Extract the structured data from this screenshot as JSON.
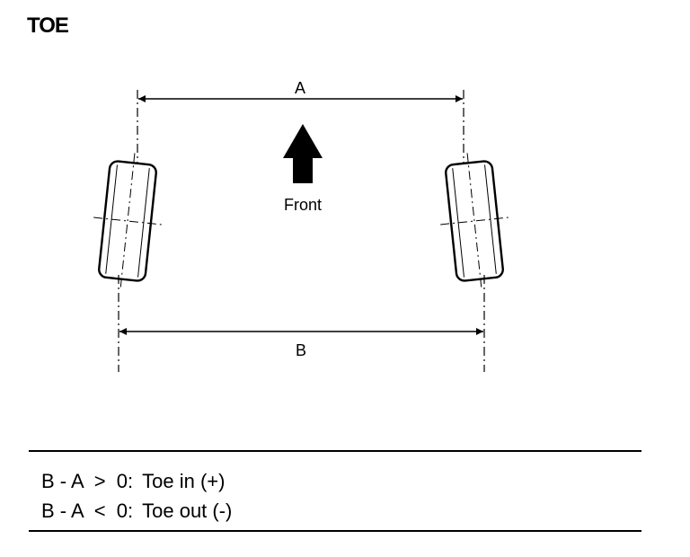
{
  "title": "TOE",
  "labels": {
    "dimension_a": "A",
    "dimension_b": "B",
    "direction": "Front"
  },
  "formulas": [
    {
      "expression": "B - A  >  0:",
      "meaning": "Toe in (+)"
    },
    {
      "expression": "B - A  <  0:",
      "meaning": "Toe out (-)"
    }
  ],
  "colors": {
    "ink": "#000000",
    "background": "#ffffff"
  }
}
